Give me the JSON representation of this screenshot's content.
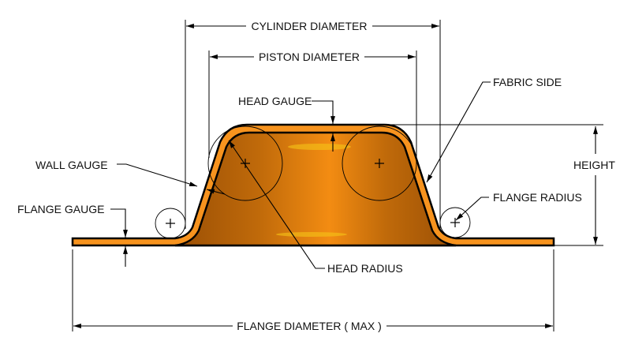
{
  "diagram": {
    "labels": {
      "cylinder_diameter": "CYLINDER DIAMETER",
      "piston_diameter": "PISTON DIAMETER",
      "fabric_side": "FABRIC SIDE",
      "head_gauge": "HEAD GAUGE",
      "wall_gauge": "WALL GAUGE",
      "height": "HEIGHT",
      "flange_radius": "FLANGE RADIUS",
      "flange_gauge": "FLANGE GAUGE",
      "head_radius": "HEAD RADIUS",
      "flange_diameter": "FLANGE DIAMETER ( MAX )"
    },
    "colors": {
      "shell": "#f7931e",
      "body_dark": "#b05e08",
      "body_light": "#f08a10",
      "highlight": "#f5c518",
      "outline": "#000000"
    }
  }
}
